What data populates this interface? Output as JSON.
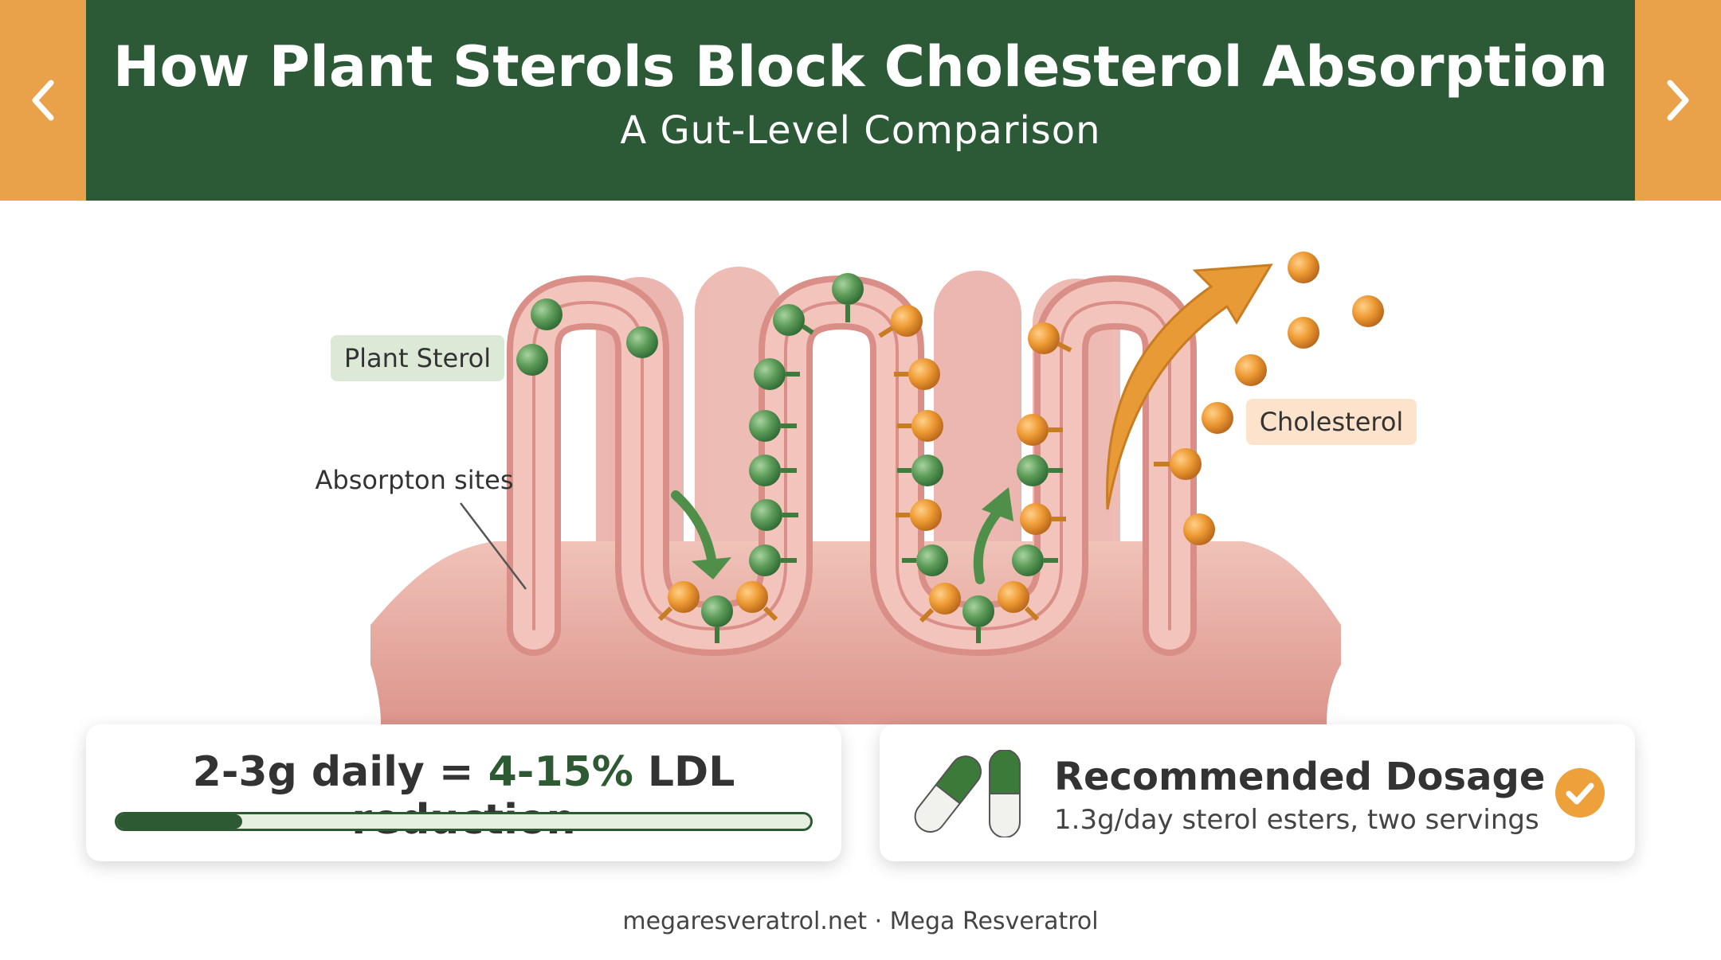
{
  "header": {
    "title": "How Plant Sterols Block Cholesterol Absorption",
    "subtitle": "A Gut-Level Comparison",
    "prev_icon": "chevron-left-icon",
    "next_icon": "chevron-right-icon"
  },
  "diagram": {
    "labels": {
      "plant_sterol": "Plant Sterol",
      "cholesterol": "Cholesterol",
      "absorption_sites": "Absorpton sites"
    }
  },
  "stat_card": {
    "prefix": "2-3g daily = ",
    "highlight": "4-15%",
    "suffix": " LDL reduction",
    "progress_fraction": 0.18
  },
  "dosage_card": {
    "icon": "capsule-icon",
    "title": "Recommended Dosage",
    "detail": "1.3g/day sterol esters, two servings",
    "check_icon": "check-circle-icon"
  },
  "footer": {
    "text": "megaresveratrol.net · Mega Resveratrol"
  },
  "colors": {
    "header_green": "#2c5a36",
    "nav_orange": "#e9a24a",
    "sterol_green": "#5e9c5a",
    "cholesterol_orange": "#e58f27",
    "tissue_pink": "#e6a8a0"
  }
}
